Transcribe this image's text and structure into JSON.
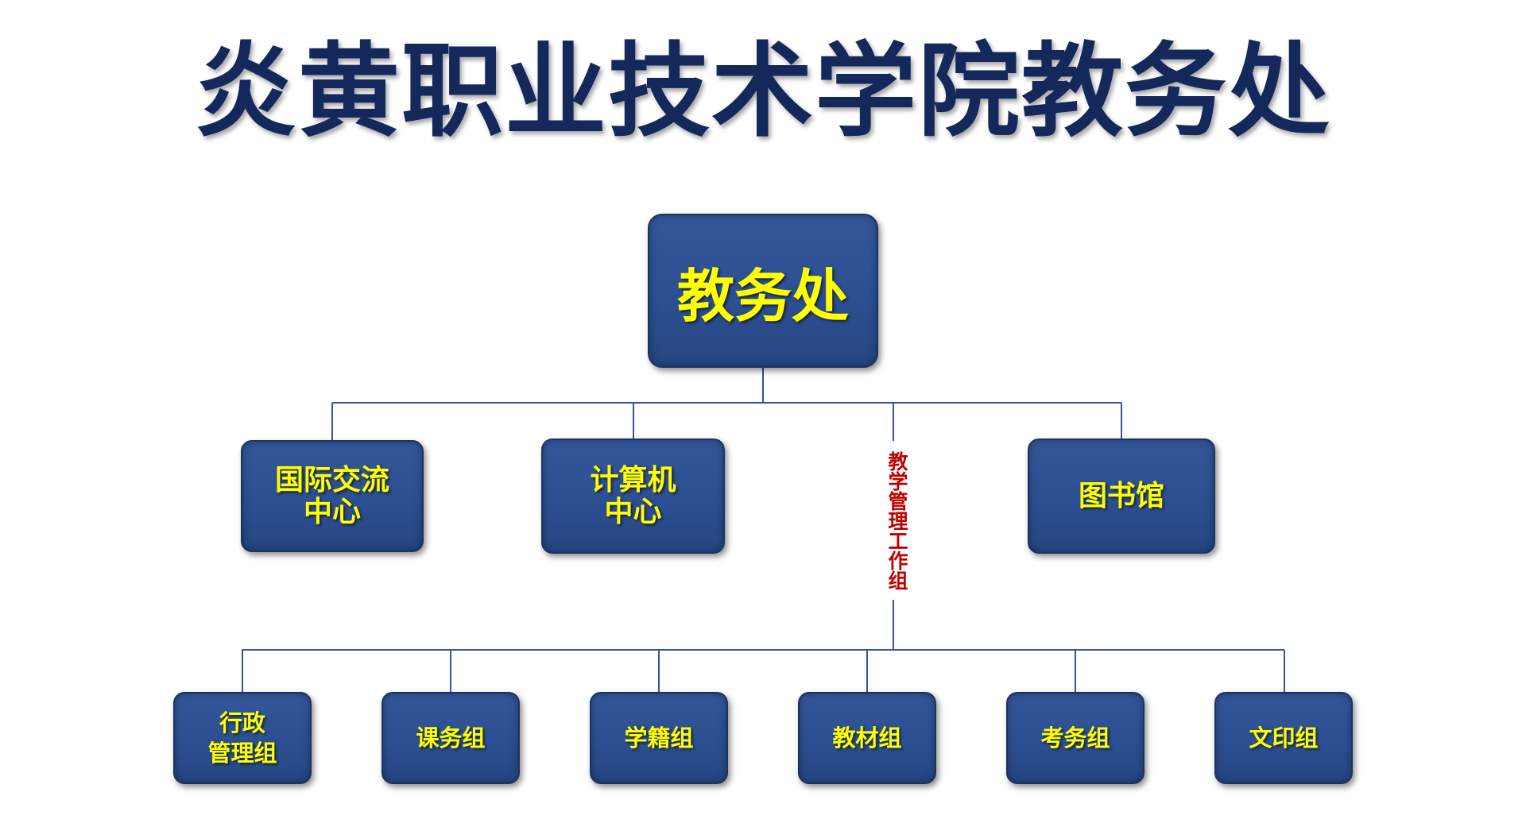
{
  "title": "炎黄职业技术学院教务处",
  "colors": {
    "title": "#14285c",
    "box_fill": "#2f5395",
    "box_text": "#ffff00",
    "connector": "#3553a0",
    "vertical_label": "#c00000"
  },
  "root": {
    "label": "教务处"
  },
  "level2": [
    {
      "label": "国际交流\n中心"
    },
    {
      "label": "计算机\n中心"
    },
    {
      "label": "图书馆"
    }
  ],
  "vertical_label": "教学管理工作组",
  "level3": [
    {
      "label": "行政\n管理组"
    },
    {
      "label": "课务组"
    },
    {
      "label": "学籍组"
    },
    {
      "label": "教材组"
    },
    {
      "label": "考务组"
    },
    {
      "label": "文印组"
    }
  ]
}
